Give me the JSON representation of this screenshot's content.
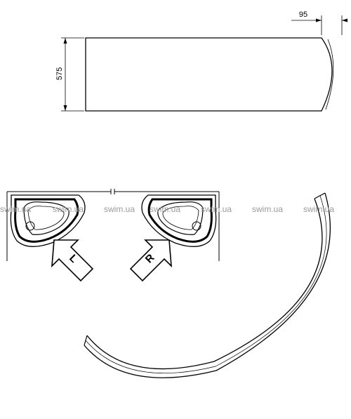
{
  "dimensions": {
    "height_value": "575",
    "width_value": "95"
  },
  "orientation": {
    "left_label": "L",
    "right_label": "R"
  },
  "watermarks": [
    "swim.ua",
    "swim.ua",
    "swim.ua",
    "swim.ua",
    "swim.ua",
    "swim.ua"
  ]
}
